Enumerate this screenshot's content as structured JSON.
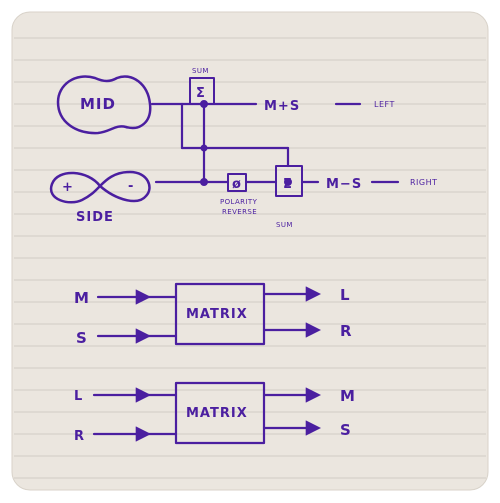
{
  "top": {
    "mid_label": "MID",
    "side_label": "SIDE",
    "plus": "+",
    "minus": "-",
    "sum_top_label": "SUM",
    "sum_symbol": "Σ",
    "phi_symbol": "ø",
    "polarity_line1": "POLARITY",
    "polarity_line2": "REVERSE",
    "sum_bottom_label": "SUM",
    "out1_expr": "M+S",
    "out1_dest": "LEFT",
    "out2_expr": "M−S",
    "out2_dest": "RIGHT"
  },
  "matrix1": {
    "in1": "M",
    "in2": "S",
    "box_label": "MATRIX",
    "out1": "L",
    "out2": "R"
  },
  "matrix2": {
    "in1": "L",
    "in2": "R",
    "box_label": "MATRIX",
    "out1": "M",
    "out2": "S"
  }
}
